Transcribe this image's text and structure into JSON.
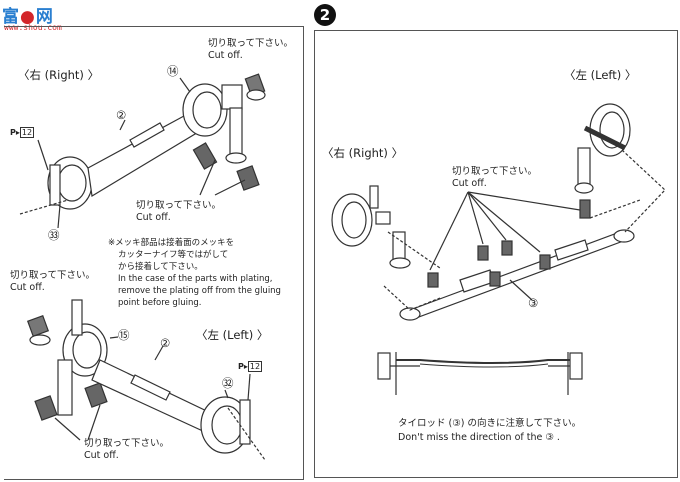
{
  "logo": {
    "part1": "富",
    "part2": "网",
    "url": "www.shou.com"
  },
  "left_panel": {
    "right_label": "〈右 (Right) 〉",
    "left_label": "〈左 (Left) 〉",
    "cutoff_jp": "切り取って下さい。",
    "cutoff_en": "Cut off.",
    "part_14": "⑭",
    "part_2": "②",
    "part_15": "⑮",
    "part_32": "㉜",
    "part_33": "㉝",
    "p12_prefix": "P",
    "p12_num": "12",
    "note_jp_1": "※メッキ部品は接着面のメッキを",
    "note_jp_2": "カッターナイフ等ではがして",
    "note_jp_3": "から接着して下さい。",
    "note_en_1": "In the case of the parts with plating,",
    "note_en_2": "remove the plating off from the gluing",
    "note_en_3": "point before gluing."
  },
  "right_panel": {
    "step": "2",
    "left_label": "〈左 (Left) 〉",
    "right_label": "〈右 (Right) 〉",
    "cutoff_jp": "切り取って下さい。",
    "cutoff_en": "Cut off.",
    "part_3": "③",
    "tierod_jp": "タイロッド (③) の向きに注意して下さい。",
    "tierod_en": "Don't miss the direction of the ③ ."
  },
  "colors": {
    "line": "#333333",
    "dark_part": "#555555",
    "logo_blue": "#2a7fd0",
    "logo_red": "#d3262a"
  }
}
